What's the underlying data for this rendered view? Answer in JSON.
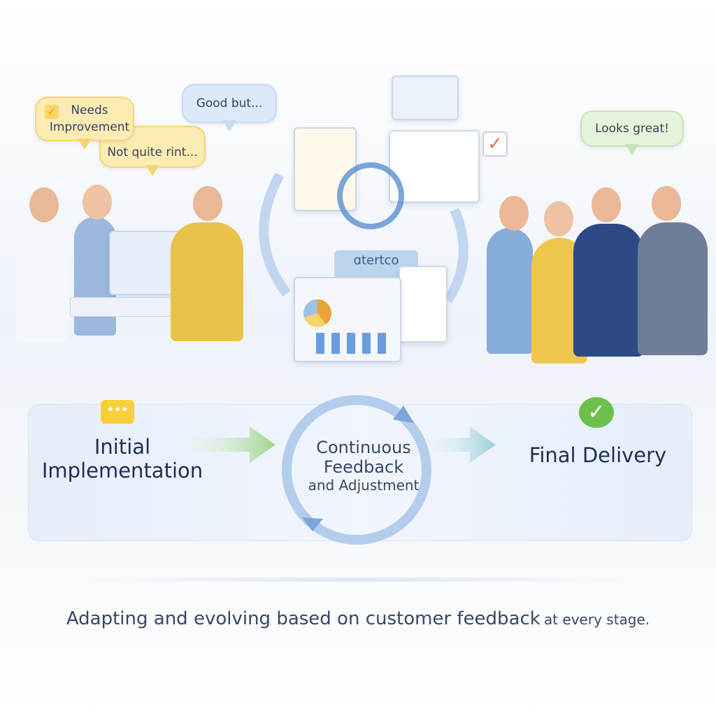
{
  "bubbles": {
    "needs": "Needs Improvement",
    "not_quite": "Not quite rint...",
    "good_but": "Good but...",
    "looks_great": "Looks great!"
  },
  "folder_label": "ɑtertco",
  "flow": {
    "initial": "Initial Implementation",
    "continuous_1": "Continuous",
    "continuous_2": "Feedback",
    "continuous_3": "and Adjustment",
    "final": "Final Delivery"
  },
  "caption": {
    "main": "Adapting and evolving based on customer feedback",
    "tail": "at every stage."
  },
  "colors": {
    "yellow": "#fdebb4",
    "blue": "#dce9fa",
    "green": "#e3f3dc",
    "arrow_green": "#9fd48a",
    "text": "#1f2f52"
  },
  "icons": [
    "check-icon",
    "chat-icon",
    "check-circle-icon",
    "cycle-arrows-icon",
    "clipboard-icon",
    "chart-icon"
  ]
}
